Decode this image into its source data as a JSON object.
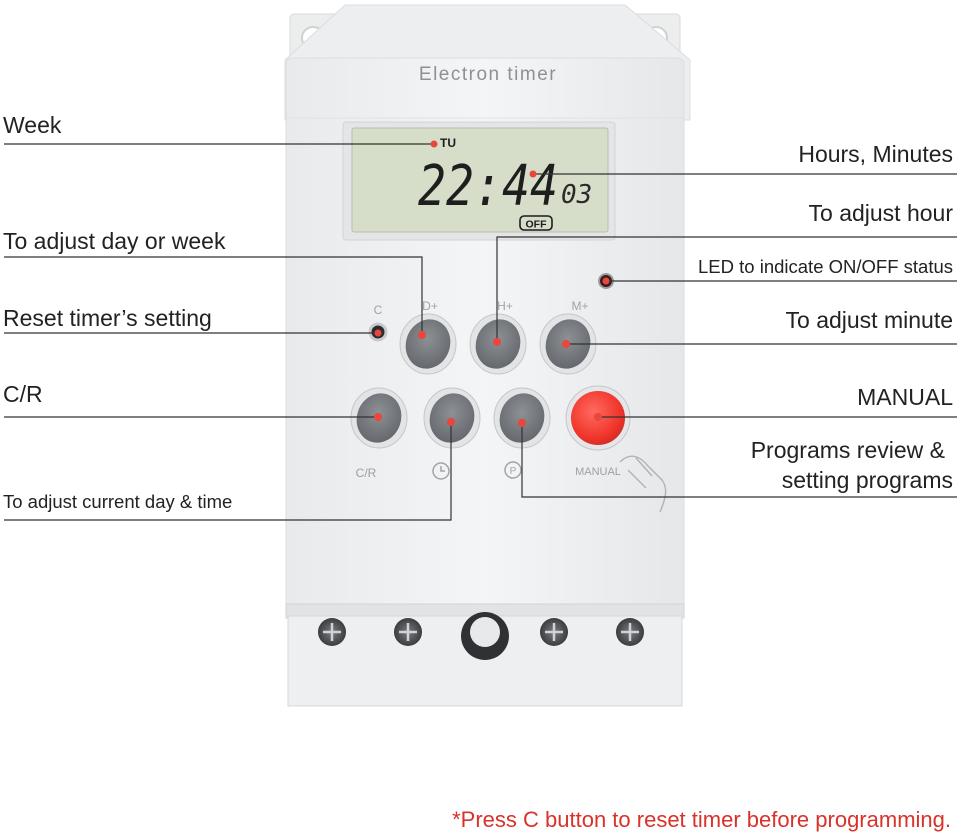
{
  "device": {
    "brand_label": "Electron timer",
    "lcd": {
      "day": "TU",
      "time": "22:44",
      "seconds": "03",
      "status": "OFF"
    },
    "buttons": {
      "c": "C",
      "d_plus": "D+",
      "h_plus": "H+",
      "m_plus": "M+",
      "cr": "C/R",
      "manual": "MANUAL"
    }
  },
  "callouts": {
    "week": "Week",
    "hours_minutes": "Hours, Minutes",
    "adjust_day": "To adjust day or week",
    "adjust_hour": "To adjust hour",
    "led": "LED to indicate ON/OFF status",
    "reset": "Reset timer’s setting",
    "adjust_minute": "To adjust minute",
    "cr": "C/R",
    "manual": "MANUAL",
    "programs_line1": "Programs review &",
    "programs_line2": "setting programs",
    "current_time": "To adjust current day & time"
  },
  "footnote": "*Press C button to reset timer before programming.",
  "colors": {
    "callout_dot": "#e8473c",
    "manual_button": "#f0352b",
    "footnote": "#d9322b",
    "lcd_background": "#d6ddc9"
  }
}
